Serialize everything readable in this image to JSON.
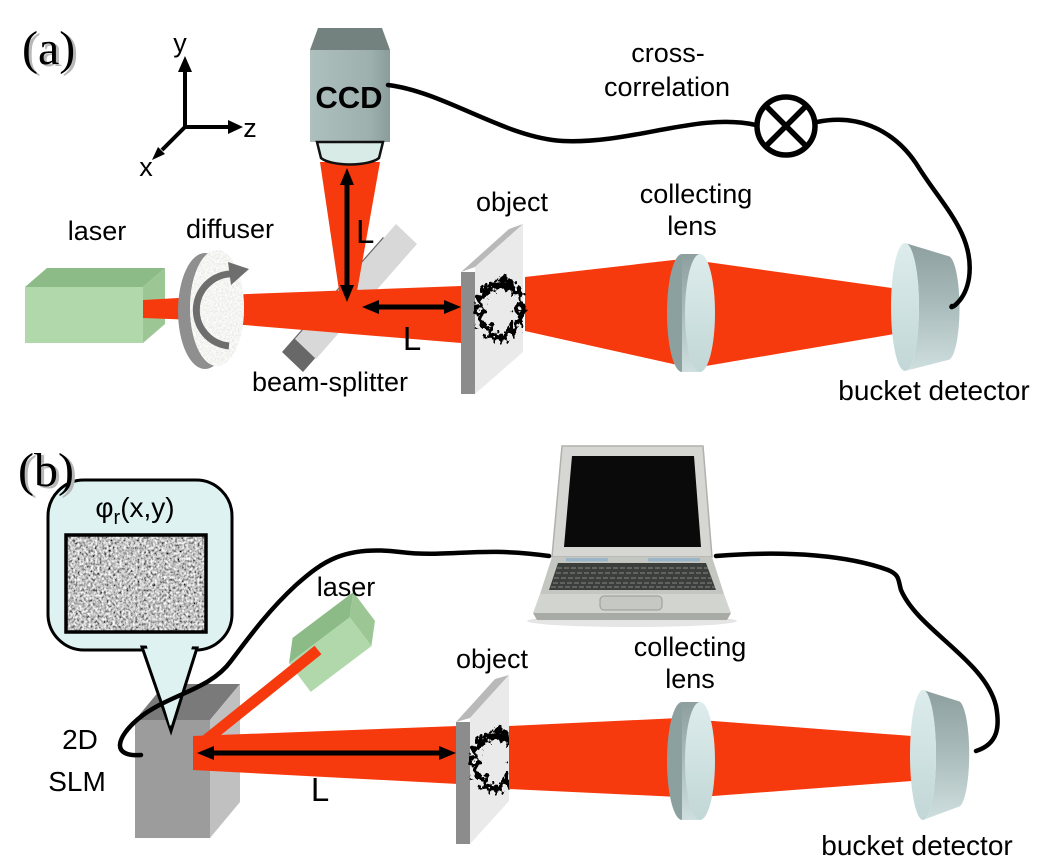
{
  "figure": {
    "type": "optical ghost-imaging setup diagram, two panels",
    "colors": {
      "beam_red": "#f73a0d",
      "laser_green": "#b0d8ab",
      "component_teal": "#a4b7b4",
      "lens_face": "#c9dcdc",
      "bubble_cyan": "#def2f2"
    },
    "panel_a": {
      "tag": "(a)",
      "axis_x": "x",
      "axis_y": "y",
      "axis_z": "z",
      "laser": "laser",
      "diffuser": "diffuser",
      "beam_splitter": "beam-splitter",
      "ccd": "CCD",
      "object": "object",
      "collecting_lens_1": "collecting",
      "collecting_lens_2": "lens",
      "bucket_detector": "bucket detector",
      "cross_correlation_1": "cross-",
      "cross_correlation_2": "correlation",
      "dist_ccd": "L",
      "dist_object": "L"
    },
    "panel_b": {
      "tag": "(b)",
      "phase_phi": "φ",
      "phase_sub": "r",
      "phase_args": "(x,y)",
      "slm_1": "2D",
      "slm_2": "SLM",
      "laser": "laser",
      "object": "object",
      "collecting_lens_1": "collecting",
      "collecting_lens_2": "lens",
      "bucket_detector": "bucket detector",
      "dist_object": "L"
    }
  }
}
